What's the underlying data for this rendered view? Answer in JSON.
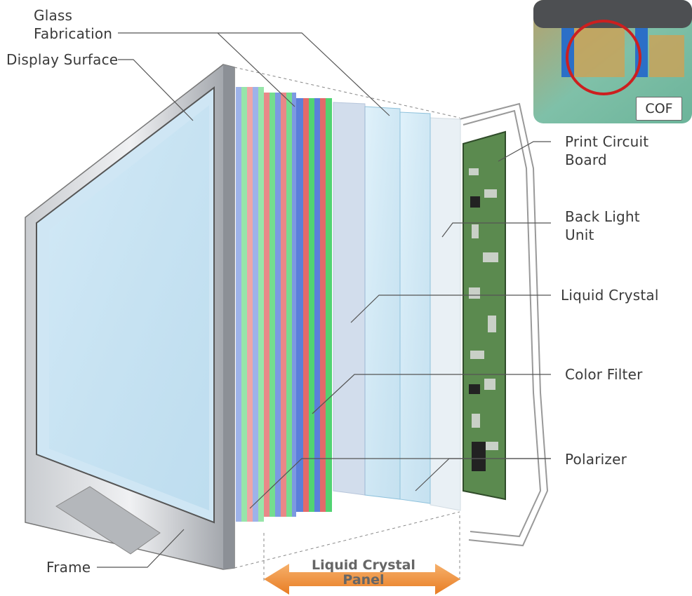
{
  "labels": {
    "glass_fabrication": "Glass\nFabrication",
    "display_surface": "Display Surface",
    "frame": "Frame",
    "print_circuit_board": "Print Circuit\nBoard",
    "back_light_unit": "Back Light\nUnit",
    "liquid_crystal": "Liquid Crystal",
    "color_filter": "Color Filter",
    "polarizer": "Polarizer",
    "cof": "COF",
    "liquid_crystal_panel": "Liquid Crystal\nPanel"
  },
  "colors": {
    "frame": "#9a9ea3",
    "frame_dark": "#6d7177",
    "glass": "#a9d6ee",
    "red_stripe": "#e05a5a",
    "green_stripe": "#3fcf63",
    "blue_stripe": "#4a72d6",
    "pcb_green": "#3e7a40",
    "arrow_orange": "#f0923a",
    "inset_red_circle": "#cc1f1f"
  }
}
